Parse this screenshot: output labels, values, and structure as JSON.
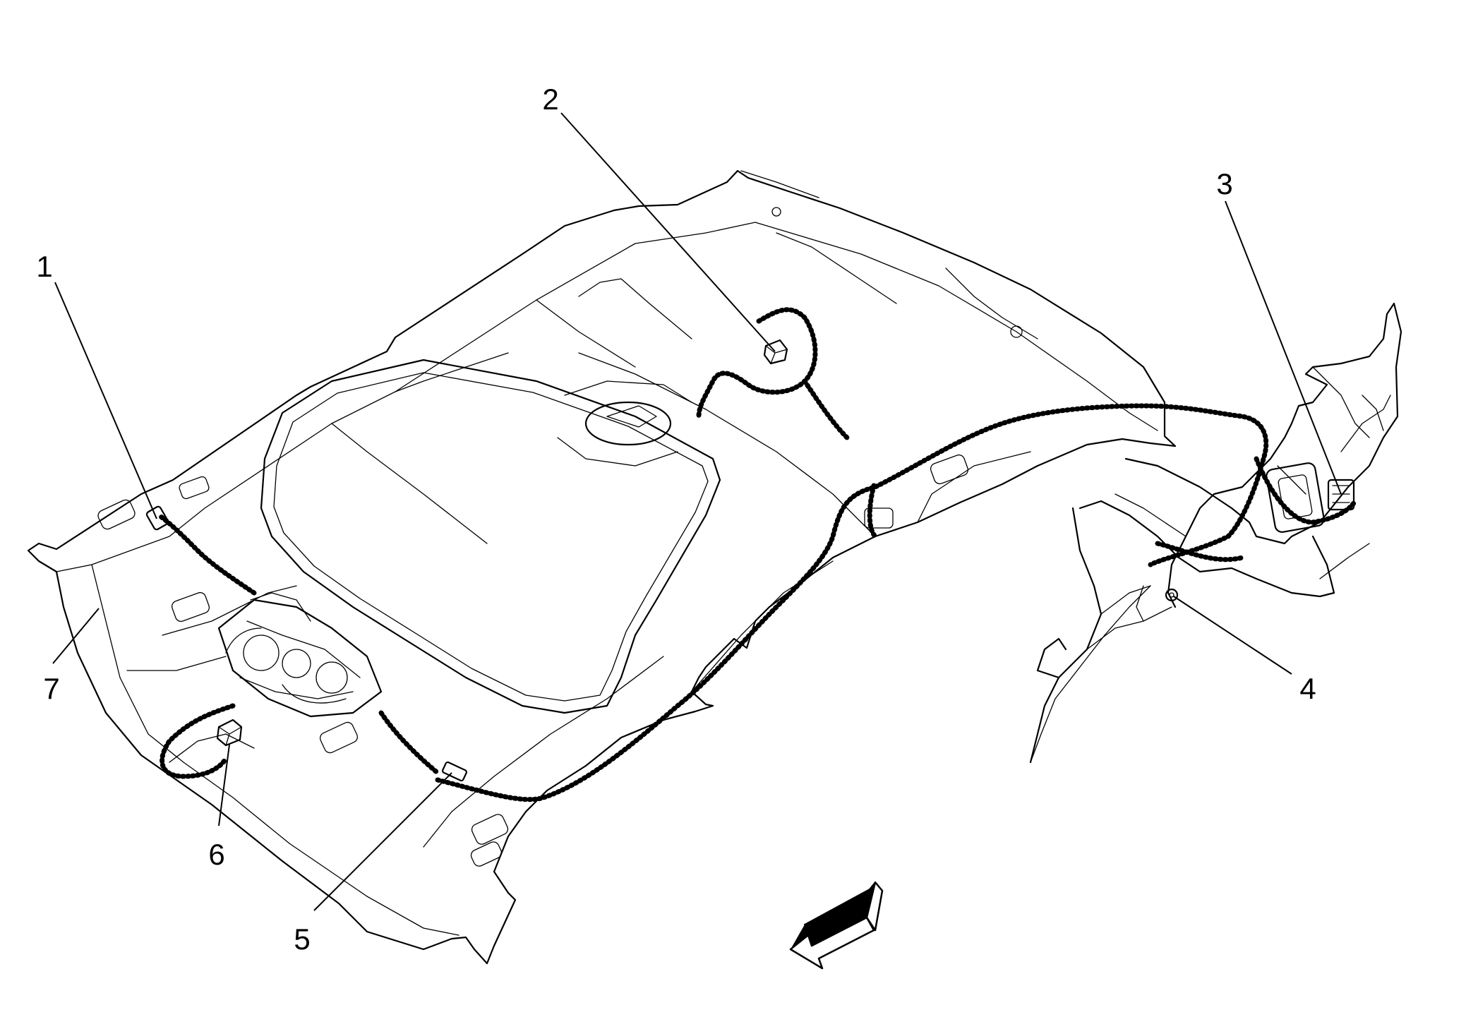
{
  "callouts": [
    {
      "id": "1",
      "label": "1"
    },
    {
      "id": "2",
      "label": "2"
    },
    {
      "id": "3",
      "label": "3"
    },
    {
      "id": "4",
      "label": "4"
    },
    {
      "id": "5",
      "label": "5"
    },
    {
      "id": "6",
      "label": "6"
    },
    {
      "id": "7",
      "label": "7"
    }
  ],
  "orientation_arrow": {
    "icon": "front-direction-arrow-icon"
  },
  "colors": {
    "line": "#000000",
    "background": "#ffffff"
  }
}
